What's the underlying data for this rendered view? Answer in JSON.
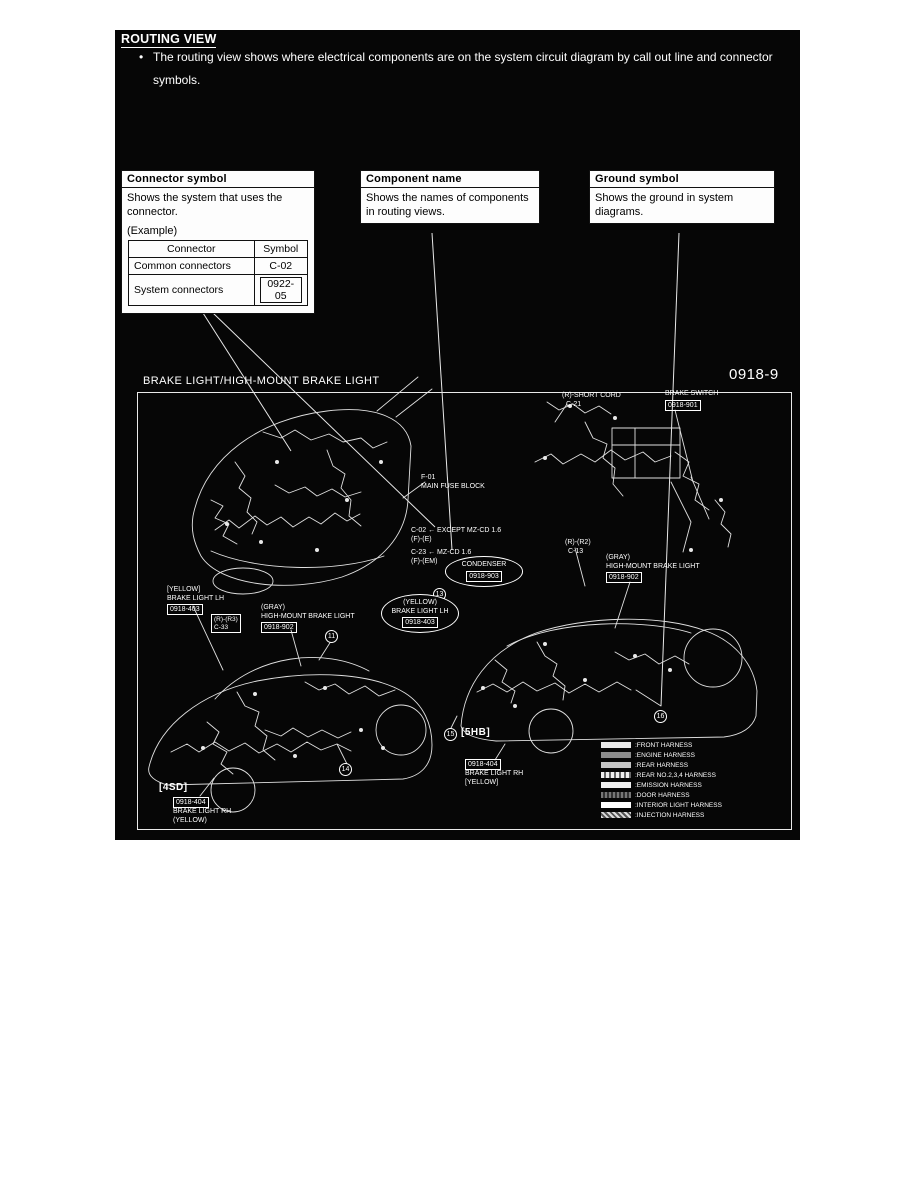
{
  "colors": {
    "page_background": "#ffffff",
    "panel_background": "#060606",
    "panel_ink": "#ffffff",
    "callout_background": "#fdfdfd",
    "callout_ink": "#000000"
  },
  "header": {
    "title": "ROUTING VIEW",
    "bullet_char": "•",
    "bullet_text": "The routing view shows where electrical components are on the system circuit diagram by call out line and connector symbols."
  },
  "callouts": {
    "connector": {
      "title": "Connector symbol",
      "body": "Shows the system that uses the connector.",
      "example": "(Example)",
      "table": {
        "col1": "Connector",
        "col2": "Symbol",
        "rows": [
          {
            "name": "Common connectors",
            "symbol": "C-02"
          },
          {
            "name": "System connectors",
            "symbol": "0922-05"
          }
        ]
      }
    },
    "component": {
      "title": "Component name",
      "body": "Shows the names of components in routing views."
    },
    "ground": {
      "title": "Ground symbol",
      "body": "Shows the ground in system diagrams."
    }
  },
  "diagram": {
    "title": "BRAKE LIGHT/HIGH-MOUNT BRAKE LIGHT",
    "page_number": "0918-9",
    "labels": {
      "short_cord_1": "(R)-SHORT CORD",
      "short_cord_2": "C-21",
      "brake_switch": "BRAKE SWITCH",
      "brake_switch_id": "0918-901",
      "fuse_1": "F-01",
      "fuse_2": "MAIN FUSE BLOCK",
      "c02_1": "C-02 ← EXCEPT MZ-CD 1.6",
      "c02_2": "(F)-(E)",
      "c23_1": "C-23 ← MZ-CD 1.6",
      "c23_2": "(F)-(EM)",
      "condenser": "CONDENSER",
      "condenser_id": "0918-903",
      "r_r2_1": "(R)-(R2)",
      "r_r2_2": "C-13",
      "r_r3_1": "(R)-(R3)",
      "r_r3_2": "C-33",
      "hmbl_color": "(GRAY)",
      "hmbl_name": "HIGH-MOUNT BRAKE LIGHT",
      "hmbl_id": "0918-902",
      "bl_lh_color_sq": "[YELLOW]",
      "bl_lh_color_rd": "(YELLOW)",
      "bl_lh_name": "BRAKE LIGHT LH",
      "bl_lh_id": "0918-403",
      "bl_rh_id": "0918-404",
      "bl_rh_name": "BRAKE LIGHT RH",
      "bl_rh_color_5hb": "[YELLOW]",
      "bl_rh_color_4sd": "(YELLOW)",
      "body_4sd": "[4SD]",
      "body_5hb": "[5HB]",
      "num_11": "11",
      "num_13": "13",
      "num_14": "14",
      "num_15": "15",
      "num_16": "16"
    },
    "legend": {
      "items": [
        {
          "label": ":FRONT HARNESS",
          "swatch": "#e8e8e8"
        },
        {
          "label": ":ENGINE HARNESS",
          "swatch": "#8c8c8c"
        },
        {
          "label": ":REAR HARNESS",
          "swatch": "#c4c4c4"
        },
        {
          "label": ":REAR NO.2,3,4 HARNESS",
          "swatch": "stripe-pattern"
        },
        {
          "label": ":EMISSION HARNESS",
          "swatch": "#f0f0f0"
        },
        {
          "label": ":DOOR HARNESS",
          "swatch": "dot-pattern"
        },
        {
          "label": ":INTERIOR LIGHT HARNESS",
          "swatch": "#ffffff"
        },
        {
          "label": ":INJECTION HARNESS",
          "swatch": "hatch-pattern"
        }
      ]
    }
  }
}
